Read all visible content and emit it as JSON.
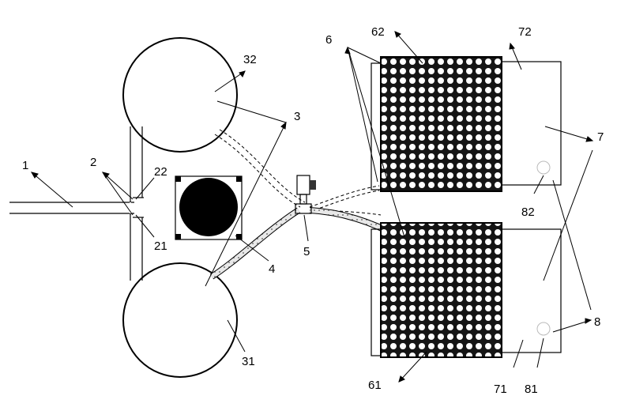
{
  "labels": {
    "l1": "1",
    "l2": "2",
    "l21": "21",
    "l22": "22",
    "l3": "3",
    "l31": "31",
    "l32": "32",
    "l4": "4",
    "l5": "5",
    "l6": "6",
    "l61": "61",
    "l62": "62",
    "l7": "7",
    "l71": "71",
    "l72": "72",
    "l8": "8",
    "l81": "81",
    "l82": "82"
  }
}
